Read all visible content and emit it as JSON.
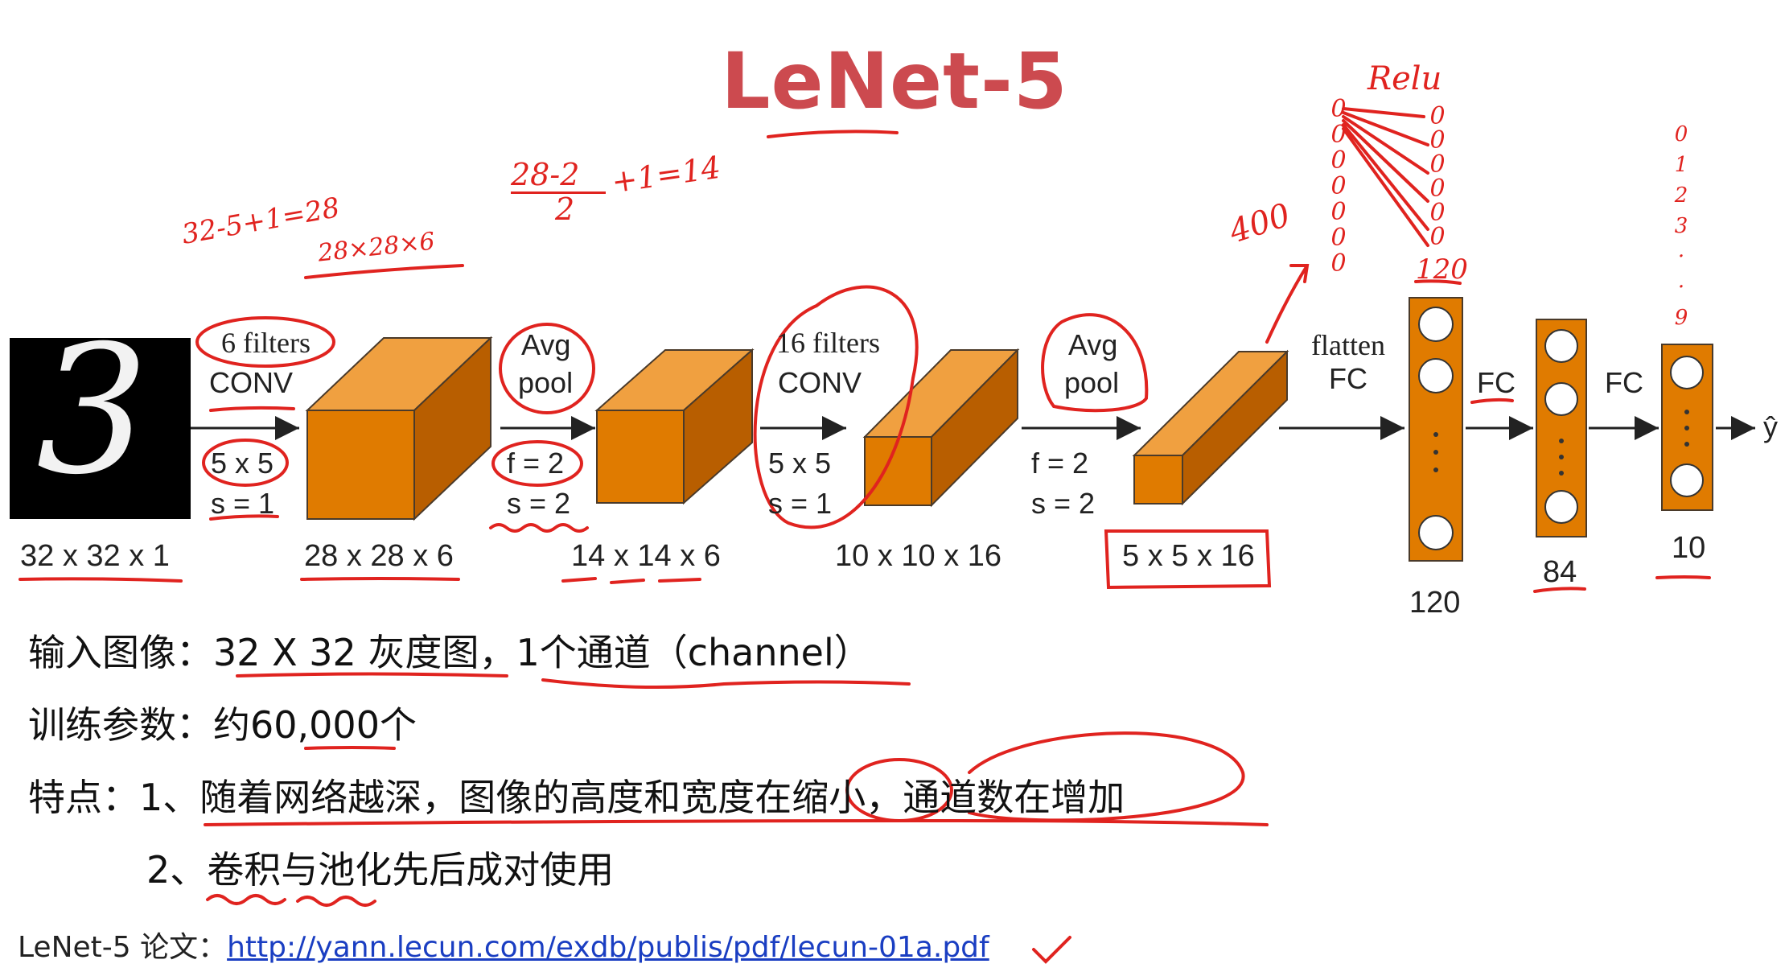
{
  "title": "LeNet-5",
  "input": {
    "digit": "3",
    "dim": "32 x 32 x 1"
  },
  "layers": [
    {
      "top": "6 filters",
      "op": "CONV",
      "params": [
        "5 x 5",
        "s = 1"
      ],
      "dim": "28 x 28 x 6"
    },
    {
      "top": "Avg",
      "op": "pool",
      "params": [
        "f = 2",
        "s = 2"
      ],
      "dim": "14 x 14 x 6"
    },
    {
      "top": "16 filters",
      "op": "CONV",
      "params": [
        "5 x 5",
        "s = 1"
      ],
      "dim": "10 x 10 x 16"
    },
    {
      "top": "Avg",
      "op": "pool",
      "params": [
        "f = 2",
        "s = 2"
      ],
      "dim": "5 x 5 x 16"
    }
  ],
  "fc": {
    "flatten": "flatten",
    "fc_label": "FC",
    "fc2": "FC",
    "fc3": "FC",
    "sizes": [
      "120",
      "84",
      "10"
    ],
    "output": "ŷ"
  },
  "notes": [
    {
      "label": "输入图像：",
      "text": "32 X 32 灰度图，1个通道（channel）"
    },
    {
      "label": "训练参数：",
      "text": "约60,000个"
    },
    {
      "label": "特点：",
      "text": "1、随着网络越深，图像的高度和宽度在缩小，通道数在增加"
    },
    {
      "label": "",
      "text": "2、卷积与池化先后成对使用"
    }
  ],
  "footer": {
    "label": "LeNet-5 论文：",
    "url": "http://yann.lecun.com/exdb/publis/pdf/lecun-01a.pdf"
  },
  "handwriting": {
    "calc1": "32-5+1=28",
    "calc1b": "28×28×6",
    "calc2_num": "28-2",
    "calc2_den": "2",
    "calc2_rest": "+1=14",
    "relu": "Relu",
    "n400": "400",
    "n120": "120",
    "col_left": "0 0 0 0 0 0 0",
    "col_right": "0 0 0 0 0 0",
    "output_digits": "0 1 2 3 · · 9"
  },
  "colors": {
    "cube": "#e07b00",
    "cube_stroke": "#4a3a2a",
    "title": "#cc4a4f",
    "ink": "#e0231f",
    "link": "#1a3ec2"
  }
}
